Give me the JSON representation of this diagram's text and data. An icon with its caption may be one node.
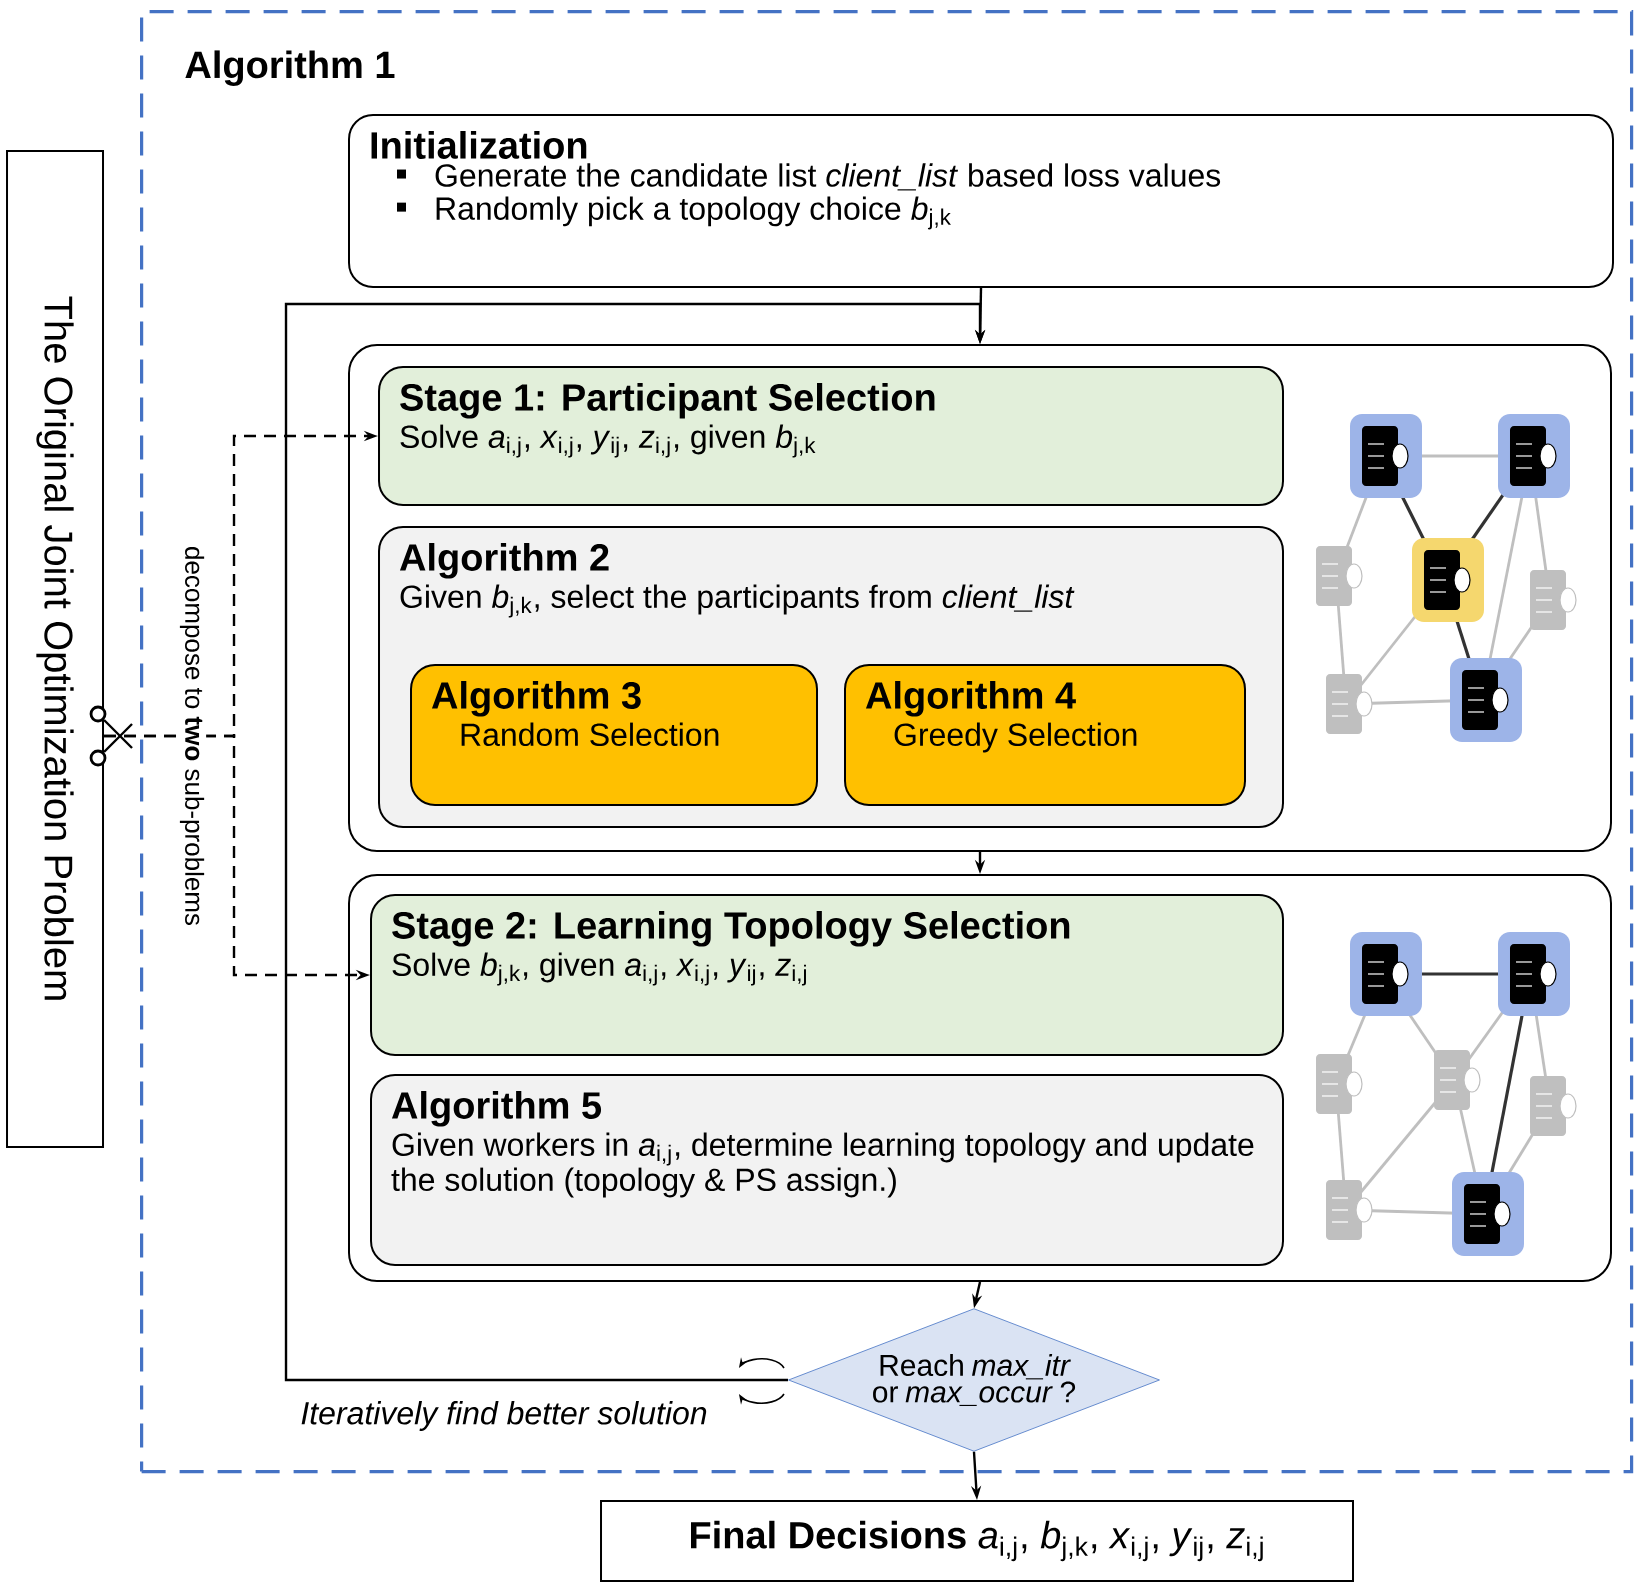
{
  "diagram": {
    "nodes": [
      {
        "text": [
          "Algorithm 1"
        ]
      },
      {
        "text": [
          "Initialization",
          "Generate the candidate list *client_list* based loss values",
          "Randomly pick a topology choice *b*$_{j,k}$"
        ],
        "in": 0
      },
      {
        "text": [],
        "shape": "box",
        "in": 0
      },
      {
        "text": [
          "Stage 1: Participant Selection",
          "Solve *a*$_{i,j}$, *x*$_{i,j}$, *y*$_{ij}$, *z*$_{i,j}$, given *b*$_{j,k}$"
        ],
        "in": 2
      },
      {
        "text": [
          "Algorithm 2",
          "Given *b*$_{j,k}$, select the participants from *client_list*"
        ],
        "in": 2
      },
      {
        "text": [
          "Algorithm 3",
          "Random Selection"
        ],
        "in": 4
      },
      {
        "text": [
          "Algorithm 4",
          "Greedy Selection"
        ],
        "in": 4
      },
      {
        "text": [],
        "shape": "box",
        "in": 0
      },
      {
        "text": [
          "Stage 2: Learning Topology Selection",
          "Solve *b*$_{j,k}$, given *a*$_{i,j}$, *x*$_{i,j}$, *y*$_{ij}$, *z*$_{i,j}$"
        ],
        "in": 7
      },
      {
        "text": [
          "Algorithm 5",
          "Given workers in *a*$_{i,j}$, determine learning topology and update the solution (topology & PS assign.)"
        ],
        "in": 7
      },
      {
        "text": [
          "Reach *max_itr* or *max_occur* ?"
        ],
        "in": 0
      },
      {
        "text": [
          "**Final Decisions** *a*$_{i,j}$, *b*$_{j,k}$, *x*$_{i,j}$, *y*$_{ij}$, *z*$_{i,j}$"
        ]
      },
      {
        "text": [
          "The Original Joint Optimization Problem"
        ]
      }
    ],
    "edges": [
      {
        "from": 1,
        "to": 2,
        "arrow": "to"
      },
      {
        "from": 10,
        "to": 2,
        "arrow": "to",
        "label": "Iteratively find better solution"
      },
      {
        "from": 2,
        "to": 7,
        "arrow": "to"
      },
      {
        "from": 7,
        "to": 10,
        "arrow": "to"
      },
      {
        "from": 10,
        "to": 11,
        "arrow": "to"
      },
      {
        "from": 12,
        "to": 3,
        "arrow": "to",
        "style": "dashed",
        "label": "decompose to **two** sub-problems"
      },
      {
        "from": 12,
        "to": 8,
        "arrow": "to",
        "style": "dashed"
      }
    ]
  }
}
